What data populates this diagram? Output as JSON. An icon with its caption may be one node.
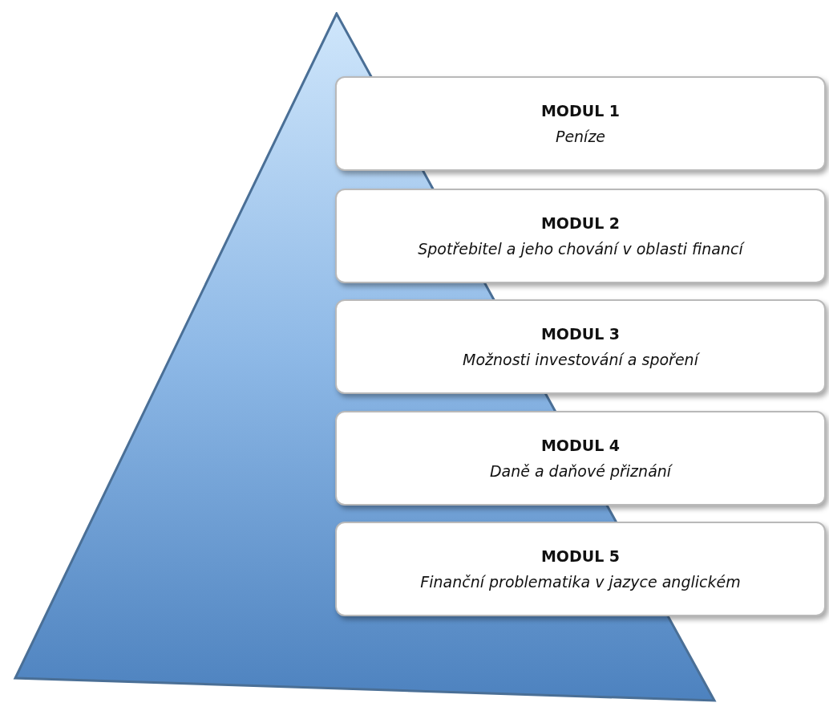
{
  "diagram": {
    "nodes": [
      {
        "text": [],
        "shape": "triangle"
      },
      {
        "text": [
          "MODUL 1",
          "Peníze"
        ]
      },
      {
        "text": [
          "MODUL 2",
          "Spotřebitel a jeho chování v oblasti financí"
        ]
      },
      {
        "text": [
          "MODUL 3",
          "Možnosti investování a spoření"
        ]
      },
      {
        "text": [
          "MODUL 4",
          "Daně a daňové přiznání"
        ]
      },
      {
        "text": [
          "MODUL 5",
          "Finanční problematika v jazyce anglickém"
        ]
      }
    ]
  }
}
